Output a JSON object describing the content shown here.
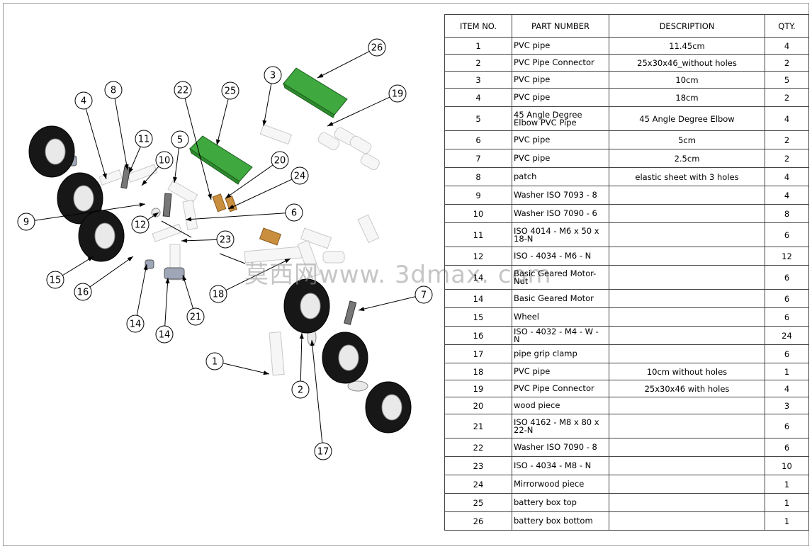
{
  "bom": {
    "headers": [
      "ITEM NO.",
      "PART NUMBER",
      "DESCRIPTION",
      "QTY."
    ],
    "rows": [
      {
        "item": "1",
        "part": "PVC pipe",
        "desc": "11.45cm",
        "qty": "4"
      },
      {
        "item": "2",
        "part": "PVC Pipe Connector",
        "desc": "25x30x46_without holes",
        "qty": "2"
      },
      {
        "item": "3",
        "part": "PVC pipe",
        "desc": "10cm",
        "qty": "5"
      },
      {
        "item": "4",
        "part": "PVC pipe",
        "desc": "18cm",
        "qty": "2"
      },
      {
        "item": "5",
        "part": "45 Angle Degree Elbow PVC Pipe",
        "desc": "45 Angle Degree Elbow",
        "qty": "4"
      },
      {
        "item": "6",
        "part": "PVC pipe",
        "desc": "5cm",
        "qty": "2"
      },
      {
        "item": "7",
        "part": "PVC pipe",
        "desc": "2.5cm",
        "qty": "2"
      },
      {
        "item": "8",
        "part": "patch",
        "desc": "elastic sheet with 3 holes",
        "qty": "4"
      },
      {
        "item": "9",
        "part": "Washer ISO 7093 - 8",
        "desc": "",
        "qty": "4"
      },
      {
        "item": "10",
        "part": "Washer ISO 7090 - 6",
        "desc": "",
        "qty": "8"
      },
      {
        "item": "11",
        "part": "ISO 4014 - M6 x 50 x 18-N",
        "desc": "",
        "qty": "6"
      },
      {
        "item": "12",
        "part": "ISO - 4034 - M6 - N",
        "desc": "",
        "qty": "12"
      },
      {
        "item": "14",
        "part": "Basic Geared Motor-Nut",
        "desc": "",
        "qty": "6"
      },
      {
        "item": "14",
        "part": "Basic Geared Motor",
        "desc": "",
        "qty": "6"
      },
      {
        "item": "15",
        "part": "Wheel",
        "desc": "",
        "qty": "6"
      },
      {
        "item": "16",
        "part": "ISO - 4032 - M4 - W - N",
        "desc": "",
        "qty": "24"
      },
      {
        "item": "17",
        "part": "pipe grip clamp",
        "desc": "",
        "qty": "6"
      },
      {
        "item": "18",
        "part": "PVC pipe",
        "desc": "10cm without holes",
        "qty": "1"
      },
      {
        "item": "19",
        "part": "PVC Pipe Connector",
        "desc": "25x30x46 with holes",
        "qty": "4"
      },
      {
        "item": "20",
        "part": "wood piece",
        "desc": "",
        "qty": "3"
      },
      {
        "item": "21",
        "part": "ISO 4162 - M8 x 80 x 22-N",
        "desc": "",
        "qty": "6"
      },
      {
        "item": "22",
        "part": "Washer ISO 7090 - 8",
        "desc": "",
        "qty": "6"
      },
      {
        "item": "23",
        "part": "ISO - 4034 - M8 - N",
        "desc": "",
        "qty": "10"
      },
      {
        "item": "24",
        "part": "Mirrorwood piece",
        "desc": "",
        "qty": "1"
      },
      {
        "item": "25",
        "part": "battery box top",
        "desc": "",
        "qty": "1"
      },
      {
        "item": "26",
        "part": "battery box bottom",
        "desc": "",
        "qty": "1"
      }
    ]
  },
  "balloons": [
    "26",
    "3",
    "19",
    "8",
    "22",
    "25",
    "4",
    "11",
    "5",
    "10",
    "20",
    "24",
    "9",
    "12",
    "6",
    "23",
    "15",
    "16",
    "18",
    "7",
    "14",
    "14",
    "21",
    "1",
    "2",
    "17"
  ],
  "watermark": "莫西网www. 3dmax. com",
  "colors": {
    "box": "#2e8a2e",
    "tire": "#171717",
    "pipe": "#f6f6f6",
    "wood": "#c98f3e"
  }
}
